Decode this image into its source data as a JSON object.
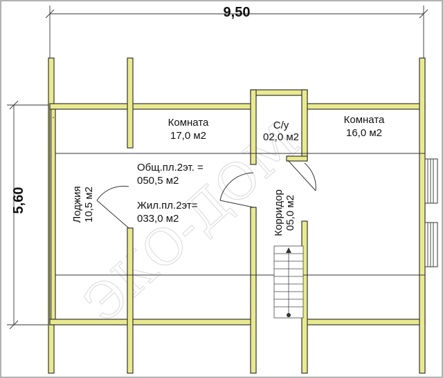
{
  "dimensions": {
    "width_label": "9,50",
    "height_label": "5,60"
  },
  "rooms": [
    {
      "id": "room-left",
      "name": "Комната",
      "area": "17,0 м2"
    },
    {
      "id": "bathroom",
      "name": "С/у",
      "area": "02,0 м2"
    },
    {
      "id": "room-right",
      "name": "Комната",
      "area": "16,0 м2"
    },
    {
      "id": "loggia",
      "name": "Лоджия",
      "area": "10,5 м2"
    },
    {
      "id": "corridor",
      "name": "Корридор",
      "area": "05,0 м2"
    }
  ],
  "summary": {
    "total_label": "Общ.пл.2эт. =",
    "total_value": "050,5 м2",
    "living_label": "Жил.пл.2эт=",
    "living_value": "033,0 м2"
  },
  "watermark": "ЭКО-ДОМ",
  "colors": {
    "wall": "#e9ea8f",
    "line": "#333333",
    "background": "#ffffff"
  }
}
